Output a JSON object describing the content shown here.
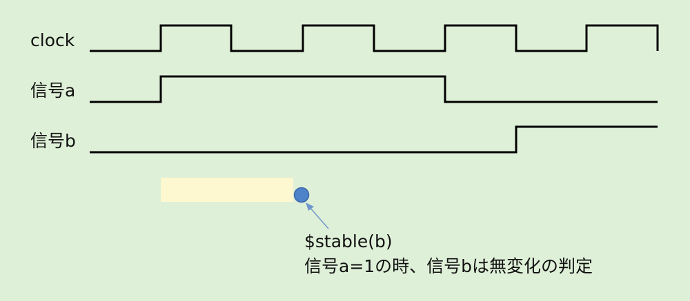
{
  "signals": [
    {
      "label": "clock",
      "levels": [
        0,
        1,
        0,
        1,
        0,
        1,
        0,
        1
      ]
    },
    {
      "label": "信号a",
      "levels": [
        0,
        1,
        1,
        1,
        1,
        0,
        0,
        0
      ]
    },
    {
      "label": "信号b",
      "levels": [
        0,
        0,
        0,
        0,
        0,
        0,
        1,
        1
      ]
    }
  ],
  "annotation": {
    "line1": "$stable(b)",
    "line2": "信号a=1の時、信号bは無変化の判定"
  },
  "colors": {
    "background": "#dff0d8",
    "wave": "#000000",
    "highlight": "#fdf8cf",
    "marker_fill": "#4e82c9",
    "marker_stroke": "#3a66a8",
    "arrow": "#6f97cc"
  }
}
